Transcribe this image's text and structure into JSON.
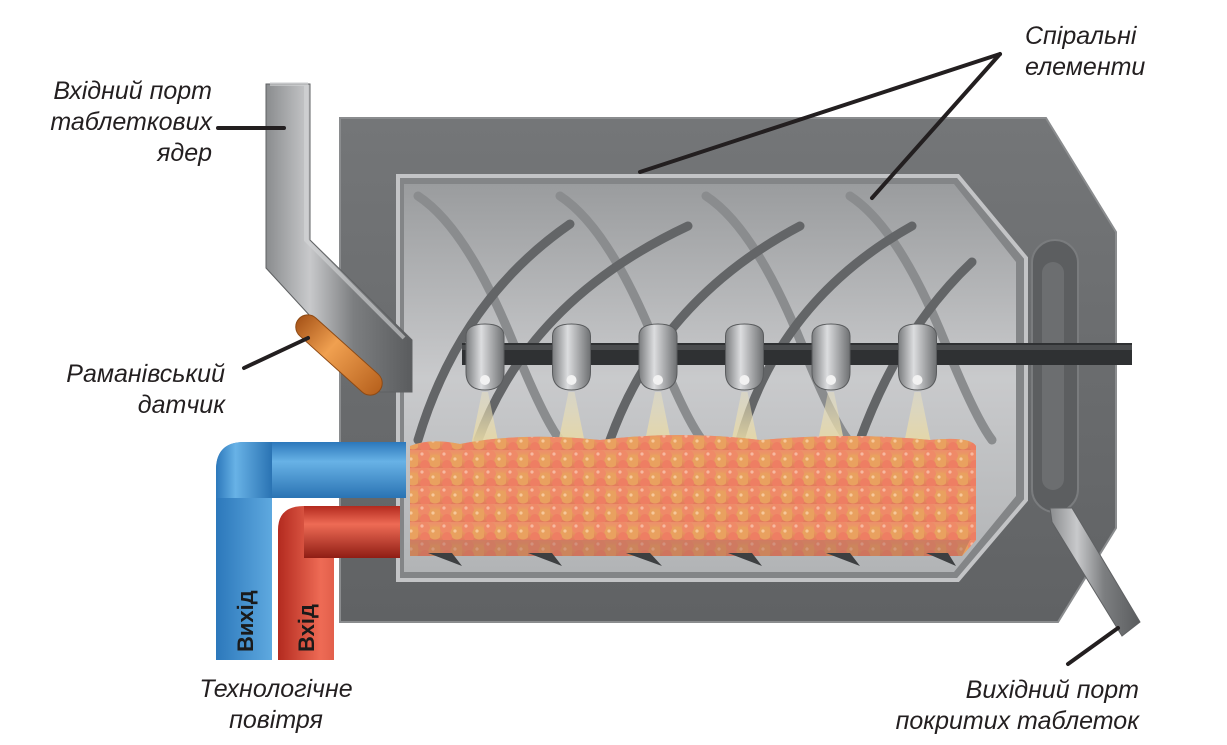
{
  "labels": {
    "tablet_inlet": [
      "Вхідний порт",
      "таблеткових",
      "ядер"
    ],
    "spiral_elements": [
      "Спіральні",
      "елементи"
    ],
    "raman_sensor": [
      "Раманівський",
      "датчик"
    ],
    "process_air": [
      "Технологічне",
      "повітря"
    ],
    "coated_outlet": [
      "Вихідний порт",
      "покритих таблеток"
    ]
  },
  "pipes": {
    "outlet_label": "Вихід",
    "inlet_label": "Вхід"
  },
  "colors": {
    "housing": "#6d6f71",
    "drum": "#a7a9ab",
    "air_out": "#3f8fd0",
    "air_in": "#d2392b",
    "raman": "#d27a2a",
    "tablets": "#e88a62",
    "spray": "#e8dcae"
  },
  "nozzles_count": 6
}
